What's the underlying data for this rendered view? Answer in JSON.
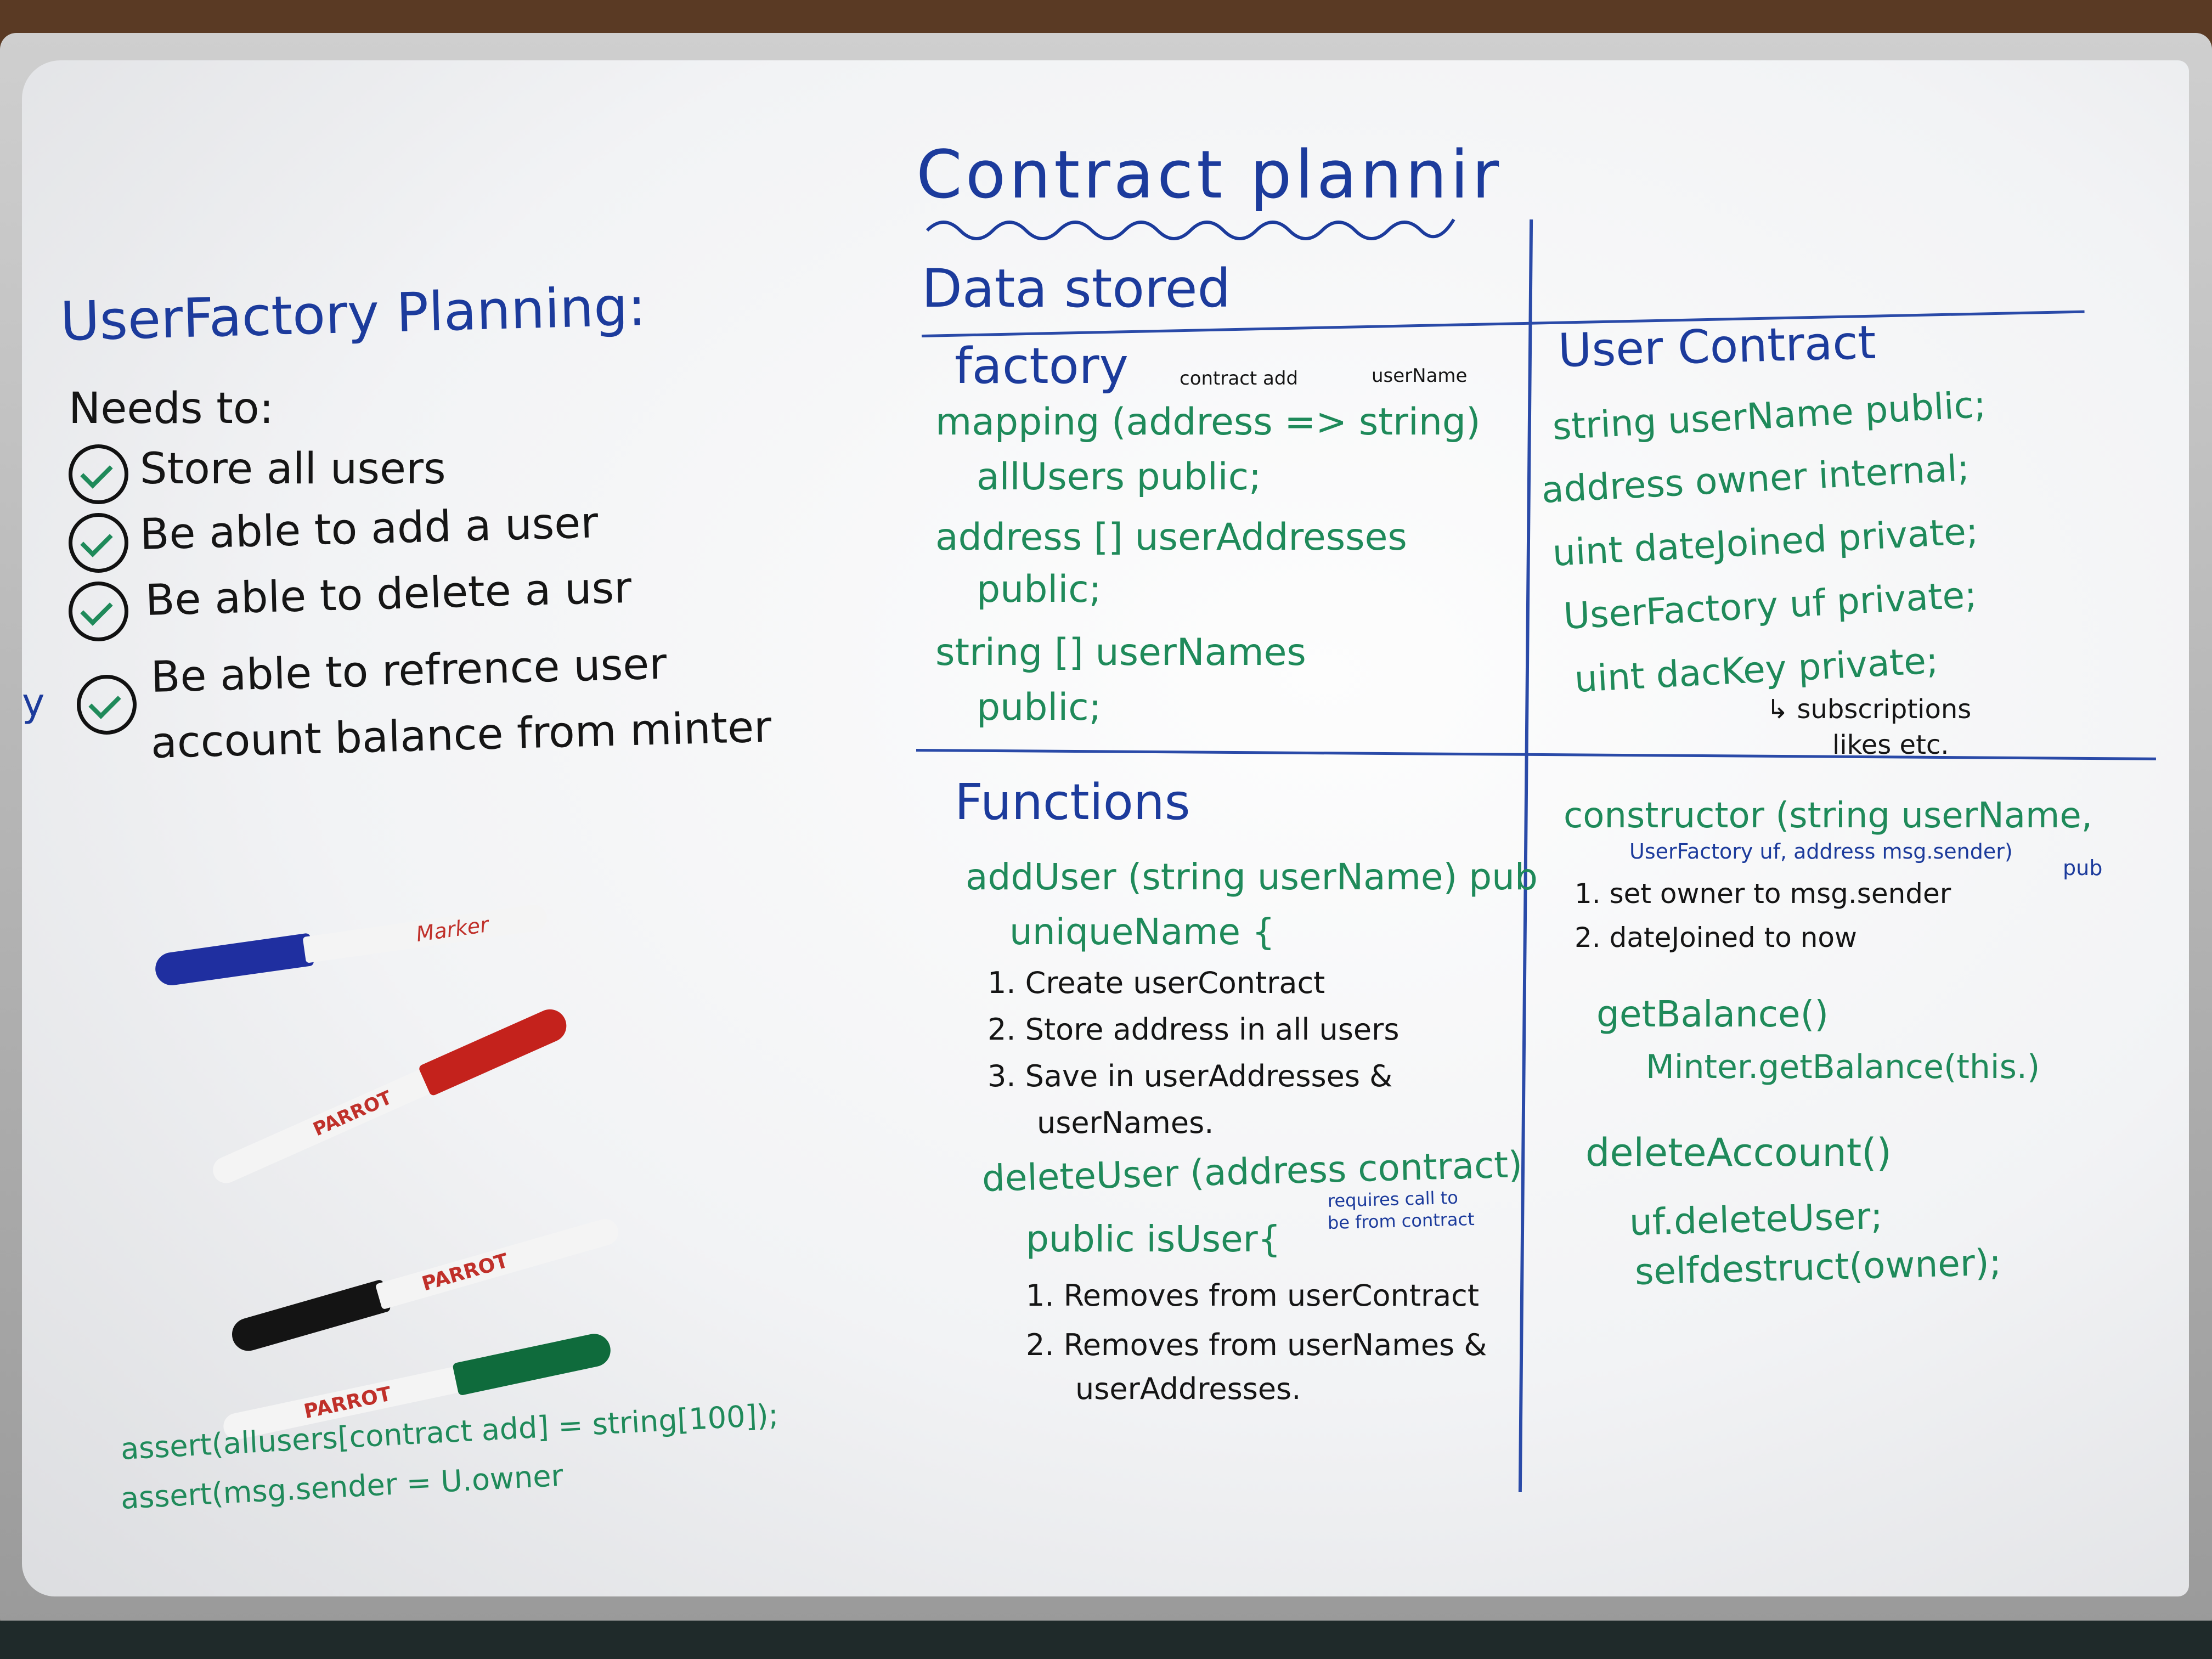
{
  "title": "Contract plannir",
  "left": {
    "heading": "UserFactory Planning:",
    "needs_to": "Needs to:",
    "items": [
      "Store all users",
      "Be able to add a user",
      "Be able to delete a usr",
      "Be able to refrence user",
      "account balance from minter"
    ],
    "side_mark": "y",
    "asserts": [
      "assert(allusers[contract add] = string[100]);",
      "assert(msg.sender = U.owner"
    ]
  },
  "data_stored": {
    "heading": "Data stored",
    "factory": {
      "heading": "factory",
      "annot_contract_add": "contract add",
      "annot_username": "userName",
      "lines": [
        "mapping (address => string)",
        "allUsers public;",
        "address [] userAddresses",
        "public;",
        "string [] userNames",
        "public;"
      ]
    },
    "user_contract": {
      "heading": "User Contract",
      "lines": [
        "string userName public;",
        "address owner internal;",
        "uint dateJoined private;",
        "UserFactory uf private;",
        "uint dacKey private;"
      ],
      "note": "subscriptions",
      "note2": "likes etc."
    }
  },
  "functions": {
    "heading": "Functions",
    "add_user": {
      "sig": "addUser (string userName) pub",
      "sig2": "uniqueName {",
      "steps": [
        "1. Create userContract",
        "2. Store address in all users",
        "3. Save in userAddresses &",
        "userNames."
      ]
    },
    "delete_user": {
      "sig": "deleteUser (address contract)",
      "sig2": "public isUser{",
      "note": "requires call to",
      "note2": "be from contract",
      "steps": [
        "1. Removes from userContract",
        "2. Removes from userNames &",
        "userAddresses."
      ]
    }
  },
  "user_funcs": {
    "constructor": "constructor (string userName,",
    "constructor2": "UserFactory uf, address msg.sender)",
    "constructor_pub": "pub",
    "steps": [
      "1. set owner to msg.sender",
      "2. dateJoined to now"
    ],
    "get_balance": "getBalance()",
    "get_balance_body": "Minter.getBalance(this.)",
    "delete_account": "deleteAccount()",
    "delete_body1": "uf.deleteUser;",
    "delete_body2": "selfdestruct(owner);"
  },
  "marker_labels": [
    "Marker",
    "PARROT",
    "PARROT",
    "PARROT"
  ],
  "colors": {
    "blue_ink": "#1c3b9c",
    "green_ink": "#1f8a5a",
    "black_ink": "#151515"
  }
}
